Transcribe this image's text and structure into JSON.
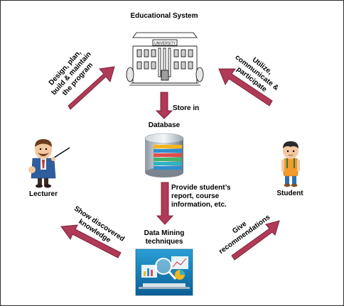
{
  "title": "Educational System",
  "university_sign": "UNIVERSITY",
  "nodes": {
    "database": "Database",
    "lecturer": "Lecturer",
    "student": "Student",
    "data_mining": "Data Mining\ntechniques"
  },
  "edges": {
    "design": "Design, plan,\nbuild & maintain\nthe program",
    "utilize": "Utilize,\ncommunicate &\nparticipate",
    "store": "Store in",
    "provide": "Provide student’s\nreport, course\ninformation, etc.",
    "show": "Show discovered\nknowledge",
    "give": "Give\nrecommendations"
  },
  "colors": {
    "arrow_fill": "#b03a57",
    "arrow_stroke": "#7c2438",
    "stroke": "#000000"
  }
}
